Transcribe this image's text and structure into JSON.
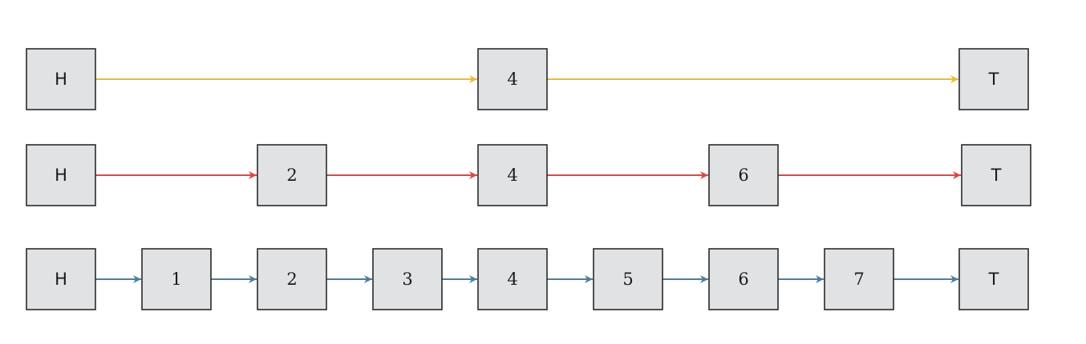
{
  "levels": [
    {
      "color": "#f0b92e",
      "nodes": [
        "H",
        "4",
        "T"
      ]
    },
    {
      "color": "#e14545",
      "nodes": [
        "H",
        "2",
        "4",
        "6",
        "T"
      ]
    },
    {
      "color": "#4a7ea3",
      "nodes": [
        "H",
        "1",
        "2",
        "3",
        "4",
        "5",
        "6",
        "7",
        "T"
      ]
    }
  ]
}
